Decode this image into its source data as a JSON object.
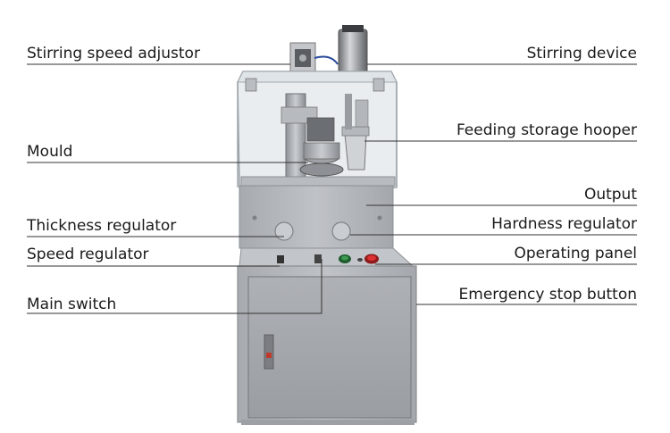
{
  "diagram": {
    "labels_left": [
      {
        "id": "stirring-speed-adjustor",
        "text": "Stirring speed adjustor"
      },
      {
        "id": "mould",
        "text": "Mould"
      },
      {
        "id": "thickness-regulator",
        "text": "Thickness regulator"
      },
      {
        "id": "speed-regulator",
        "text": "Speed regulator"
      },
      {
        "id": "main-switch",
        "text": "Main switch"
      }
    ],
    "labels_right": [
      {
        "id": "stirring-device",
        "text": "Stirring device"
      },
      {
        "id": "feeding-storage-hooper",
        "text": "Feeding storage hooper"
      },
      {
        "id": "output",
        "text": "Output"
      },
      {
        "id": "hardness-regulator",
        "text": "Hardness regulator"
      },
      {
        "id": "operating-panel",
        "text": "Operating panel"
      },
      {
        "id": "emergency-stop-button",
        "text": "Emergency stop button"
      }
    ]
  }
}
